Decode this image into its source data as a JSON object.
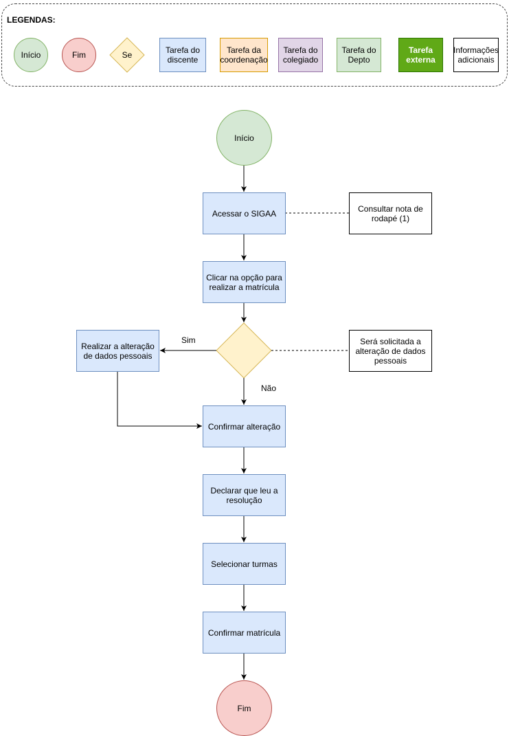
{
  "legend": {
    "title": "LEGENDAS:",
    "start": "Início",
    "end": "Fim",
    "decision": "Se",
    "student_task": "Tarefa do discente",
    "coordination_task": "Tarefa da coordenação",
    "collegiate_task": "Tarefa do colegiado",
    "department_task": "Tarefa do Depto",
    "external_task": "Tarefa externa",
    "extra_info": "Informações adicionais"
  },
  "flow": {
    "start": "Início",
    "access_sigaa": "Acessar o SIGAA",
    "note_footnote": "Consultar nota de rodapé (1)",
    "click_option": "Clicar na opção para realizar a matrícula",
    "note_personal_data": "Será solicitada a alteração de dados pessoais",
    "change_personal_data": "Realizar a alteração de dados pessoais",
    "yes_label": "Sim",
    "no_label": "Não",
    "confirm_change": "Confirmar alteração",
    "declare_read": "Declarar que leu a resolução",
    "select_classes": "Selecionar turmas",
    "confirm_enrollment": "Confirmar matrícula",
    "end": "Fim"
  }
}
